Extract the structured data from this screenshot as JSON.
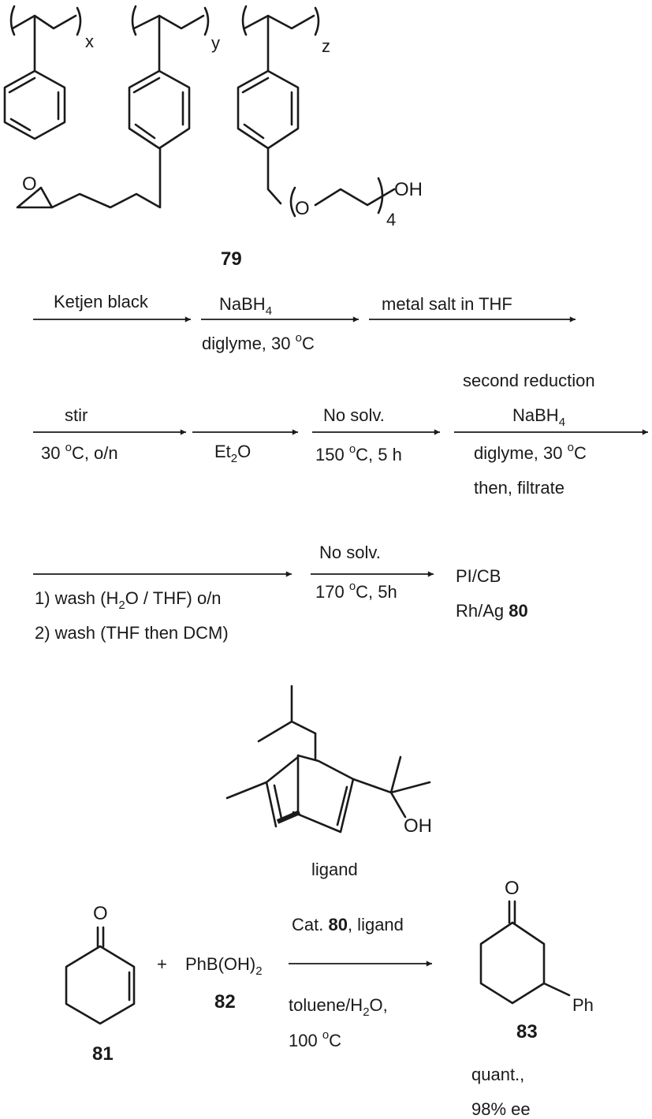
{
  "polymer": {
    "sub_x": "x",
    "sub_y": "y",
    "sub_z": "z",
    "oh_label": "OH",
    "o_ether": "O",
    "o_epoxide": "O",
    "repeat_4": "4",
    "compound": "79"
  },
  "row1": {
    "a1_top": "Ketjen black",
    "a2_top": "NaBH",
    "a2_top_sub": "4",
    "a2_bottom": "diglyme, 30 ",
    "a2_bottom_sup": "o",
    "a2_bottom_end": "C",
    "a3_top": "metal salt in THF"
  },
  "row2": {
    "a1_top": "stir",
    "a1_bottom": "30 ",
    "a1_bottom_sup": "o",
    "a1_bottom_end": "C, o/n",
    "a2_bottom": "Et",
    "a2_bottom_sub": "2",
    "a2_bottom_end": "O",
    "a3_top": "No solv.",
    "a3_bottom": "150 ",
    "a3_bottom_sup": "o",
    "a3_bottom_end": "C, 5 h",
    "a4_top1": "second reduction",
    "a4_top2": "NaBH",
    "a4_top2_sub": "4",
    "a4_bottom1": "diglyme, 30 ",
    "a4_bottom1_sup": "o",
    "a4_bottom1_end": "C",
    "a4_bottom2": "then, filtrate"
  },
  "row3": {
    "a1_line1": "1) wash (H",
    "a1_line1_sub": "2",
    "a1_line1_end": "O / THF) o/n",
    "a1_line2": "2) wash (THF then DCM)",
    "a2_top": "No solv.",
    "a2_bottom": "170 ",
    "a2_bottom_sup": "o",
    "a2_bottom_end": "C, 5h",
    "product_line1": "PI/CB",
    "product_line2": "Rh/Ag ",
    "product_number": "80"
  },
  "ligand": {
    "oh": "OH",
    "caption": "ligand"
  },
  "reaction": {
    "enone_o": "O",
    "enone_number": "81",
    "plus": "+",
    "boronic": "PhB(OH)",
    "boronic_sub": "2",
    "boronic_number": "82",
    "cond_top": "Cat. ",
    "cond_top_bold": "80",
    "cond_top_end": ", ligand",
    "cond_bottom1": "toluene/H",
    "cond_bottom1_sub": "2",
    "cond_bottom1_end": "O,",
    "cond_bottom2": "100 ",
    "cond_bottom2_sup": "o",
    "cond_bottom2_end": "C",
    "product_o": "O",
    "product_ph": "Ph",
    "product_number": "83",
    "yield": "quant.,",
    "ee": "98% ee"
  }
}
